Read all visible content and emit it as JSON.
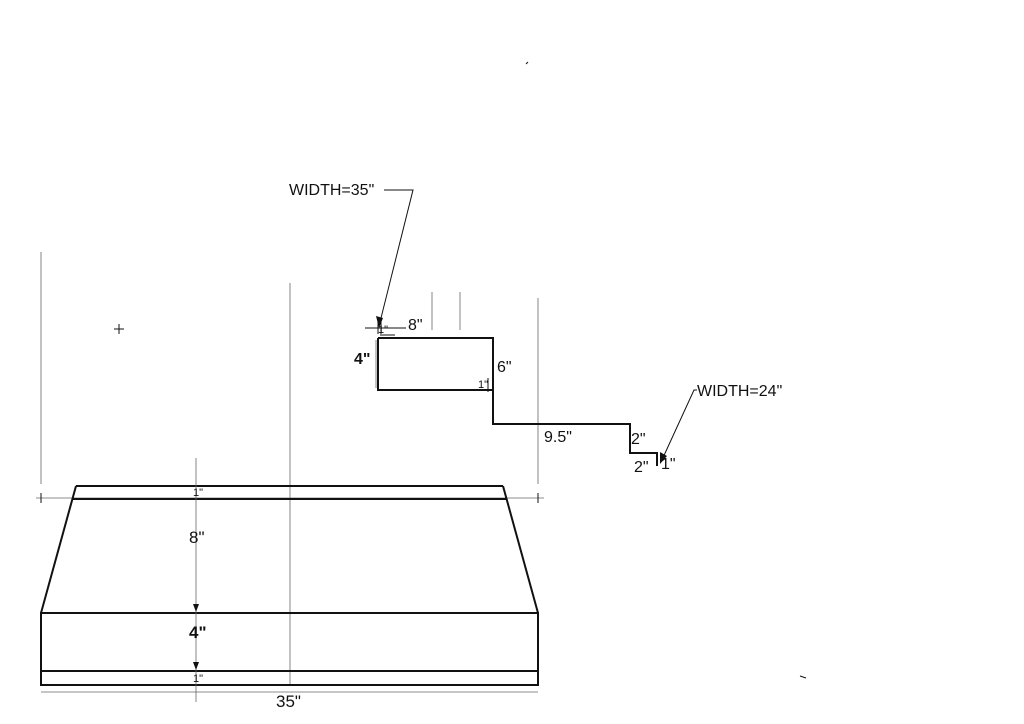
{
  "top_view": {
    "width_callout": "WIDTH=35\"",
    "dim_1_top": "1\"",
    "dim_8": "8\"",
    "dim_4": "4\"",
    "dim_6": "6\"",
    "dim_1_mid": "1\"",
    "dim_9_5": "9.5\"",
    "dim_2_vertical": "2\"",
    "dim_2_horizontal": "2\"",
    "dim_1_end": "1\"",
    "width_callout_2": "WIDTH=24\""
  },
  "front_view": {
    "dim_1_top": "1\"",
    "dim_8": "8\"",
    "dim_4": "4\"",
    "dim_1_bottom": "1\"",
    "dim_35": "35\""
  },
  "colors": {
    "ink": "#111111",
    "paper": "#ffffff"
  }
}
